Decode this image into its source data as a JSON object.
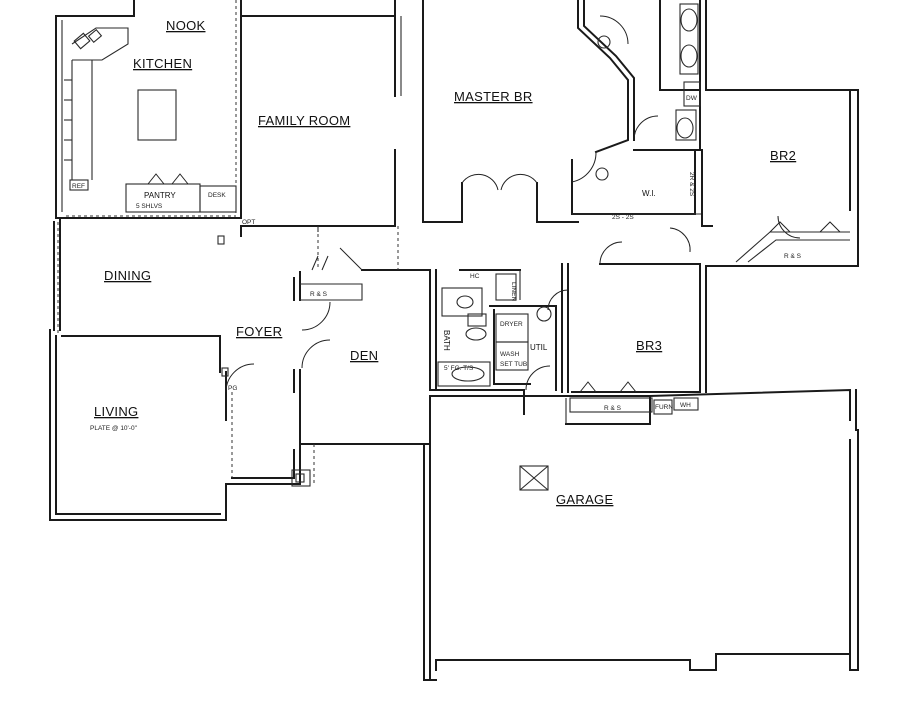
{
  "rooms": {
    "nook": "NOOK",
    "kitchen": "KITCHEN",
    "family_room": "FAMILY ROOM",
    "master_br": "MASTER BR",
    "br2": "BR2",
    "pantry": "PANTRY",
    "desk": "DESK",
    "wi": "W.I.",
    "dining": "DINING",
    "foyer": "FOYER",
    "living": "LIVING",
    "living_note": "PLATE @ 10'-0\"",
    "den": "DEN",
    "bath": "BATH",
    "util": "UTIL",
    "br3": "BR3",
    "garage": "GARAGE"
  },
  "notes": {
    "pantry_shelves": "5 SHLVS",
    "closet_rs": "R & S",
    "wi_shelf": "2S - 2S",
    "wi_side": "2R & 2S",
    "br2_closet": "R & S",
    "br3_closet": "R & S",
    "linen": "LINEN",
    "hc": "HC",
    "dryer": "DRYER",
    "washer": "WASH",
    "fg_tub": "5' FG. T/S",
    "set_tub": "SET TUB",
    "furn": "FURN",
    "wh": "WH",
    "ref": "REF",
    "dw": "DW",
    "opt": "OPT",
    "pg": "PG"
  }
}
